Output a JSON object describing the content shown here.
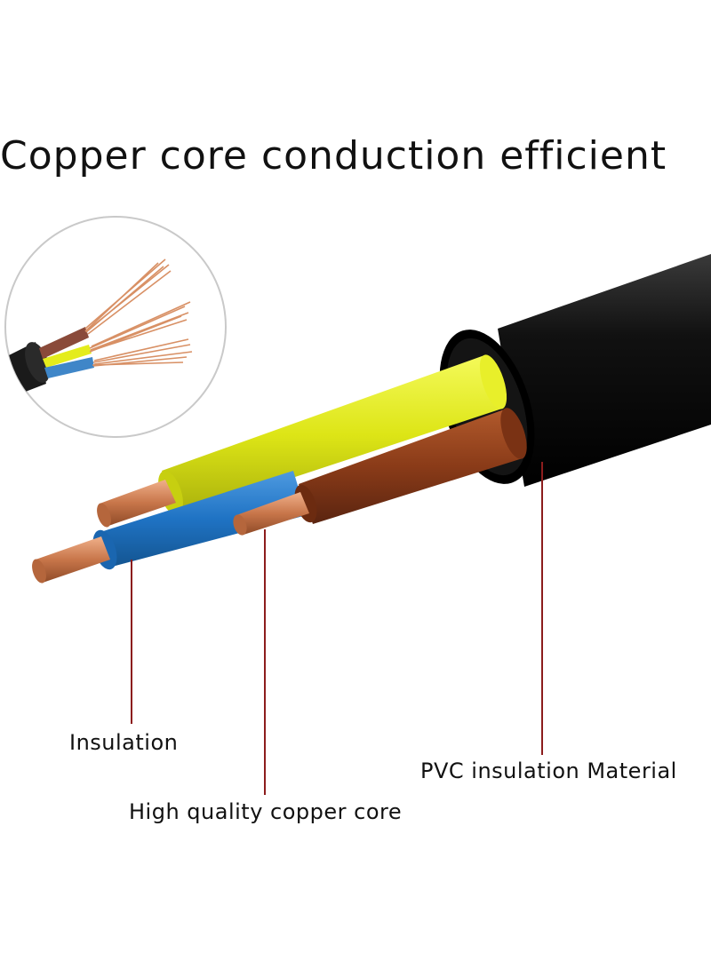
{
  "heading": "Copper core conduction efficient",
  "labels": {
    "insulation": "Insulation",
    "pvc": "PVC insulation Material",
    "copper": "High quality copper core"
  },
  "colors": {
    "sheath": "#0b0b0b",
    "yellow_wire": "#e4ec1c",
    "brown_wire": "#8a3b18",
    "blue_wire": "#1f73c4",
    "copper": "#c8764a",
    "leader_line": "#8c1d1d"
  }
}
